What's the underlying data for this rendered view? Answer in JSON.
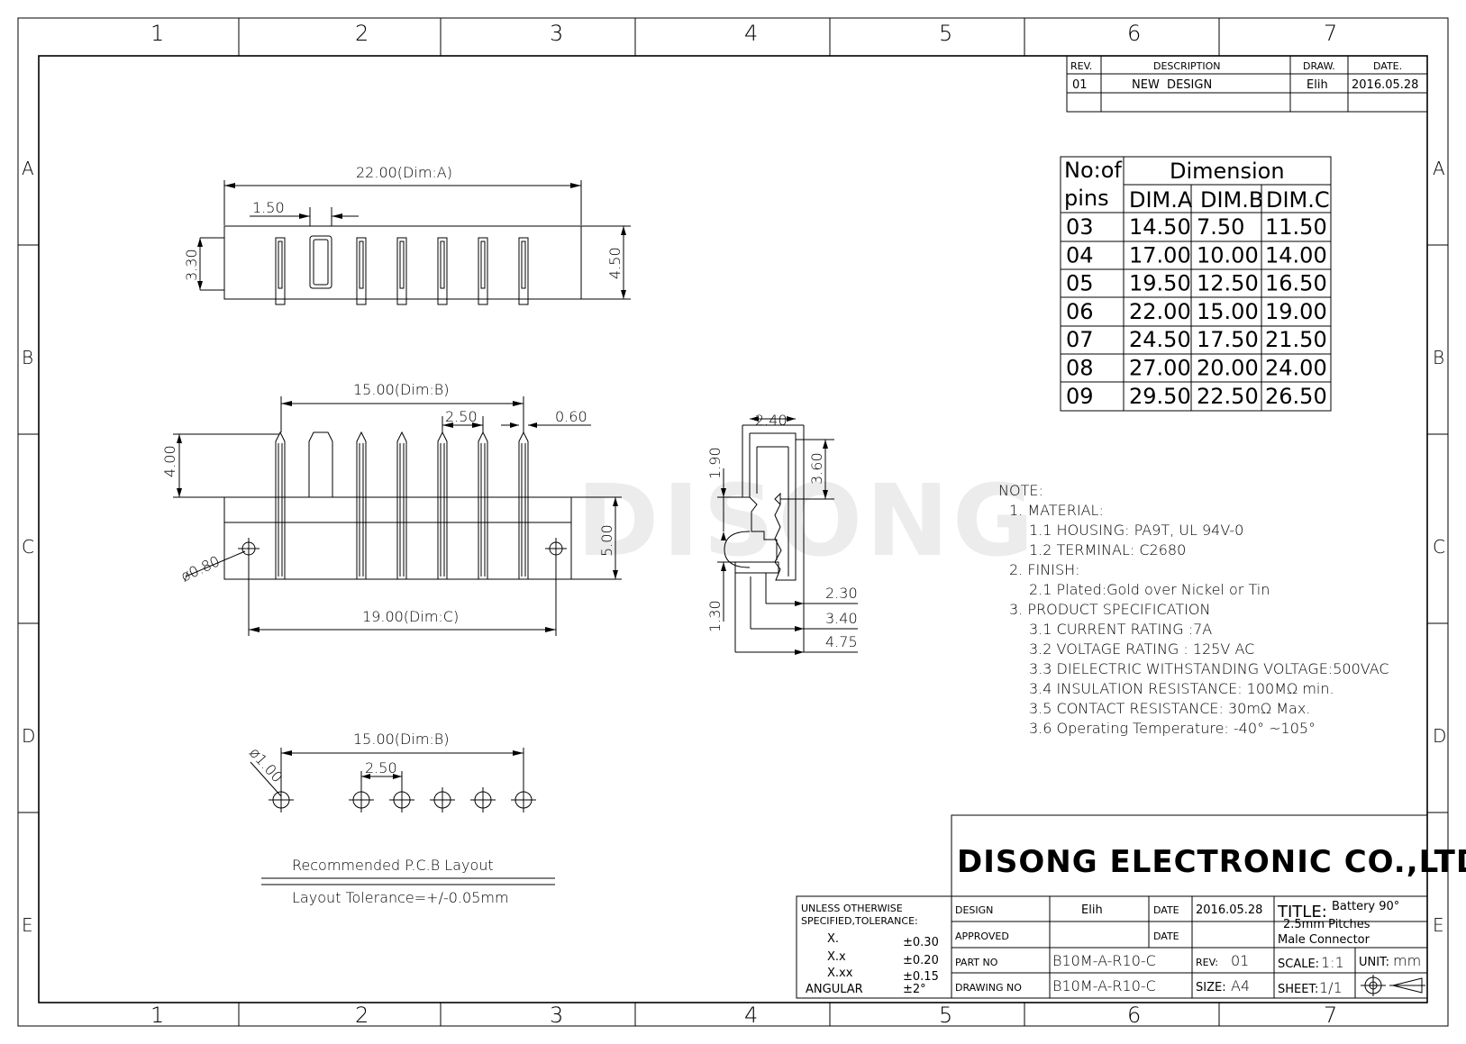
{
  "frame": {
    "zone_columns": [
      "1",
      "2",
      "3",
      "4",
      "5",
      "6",
      "7"
    ],
    "zone_rows": [
      "A",
      "B",
      "C",
      "D",
      "E"
    ]
  },
  "revision_table": {
    "headers": [
      "REV.",
      "DESCRIPTION",
      "DRAW.",
      "DATE."
    ],
    "row": [
      "01",
      "NEW  DESIGN",
      "Elih",
      "2016.05.28"
    ]
  },
  "dimension_table": {
    "header_left_line1": "No:of",
    "header_left_line2": "pins",
    "header_group": "Dimension",
    "columns": [
      "DIM.A",
      "DIM.B",
      "DIM.C"
    ],
    "rows": [
      [
        "03",
        "14.50",
        "7.50",
        "11.50"
      ],
      [
        "04",
        "17.00",
        "10.00",
        "14.00"
      ],
      [
        "05",
        "19.50",
        "12.50",
        "16.50"
      ],
      [
        "06",
        "22.00",
        "15.00",
        "19.00"
      ],
      [
        "07",
        "24.50",
        "17.50",
        "21.50"
      ],
      [
        "08",
        "27.00",
        "20.00",
        "24.00"
      ],
      [
        "09",
        "29.50",
        "22.50",
        "26.50"
      ]
    ]
  },
  "dims": {
    "top_a": "22.00(Dim:A)",
    "top_pitch": "1.50",
    "top_h1": "3.30",
    "top_h2": "4.50",
    "front_b": "15.00(Dim:B)",
    "front_pitch": "2.50",
    "front_pin": "0.60",
    "front_pin_h": "4.00",
    "front_body_h": "5.00",
    "front_hole": "ø0.80",
    "front_c": "19.00(Dim:C)",
    "side_w": "2.40",
    "side_h1": "1.90",
    "side_h2": "3.60",
    "side_h3": "1.30",
    "side_d1": "2.30",
    "side_d2": "3.40",
    "side_d3": "4.75",
    "pcb_b": "15.00(Dim:B)",
    "pcb_pitch": "2.50",
    "pcb_hole": "ø1.00"
  },
  "pcb_layout": {
    "title": "Recommended P.C.B Layout",
    "tolerance": "Layout Tolerance=+/-0.05mm"
  },
  "watermark": "DISONG",
  "notes": {
    "heading": "NOTE:",
    "lines": [
      "1. MATERIAL:",
      "1.1 HOUSING: PA9T, UL 94V-0",
      "1.2 TERMINAL: C2680",
      "2. FINISH:",
      "2.1 Plated:Gold over Nickel or Tin",
      "3. PRODUCT SPECIFICATION",
      "3.1 CURRENT RATING :7A",
      "3.2 VOLTAGE RATING : 125V AC",
      "3.3 DIELECTRIC WITHSTANDING VOLTAGE:500VAC",
      "3.4 INSULATION RESISTANCE: 100MΩ min.",
      "3.5 CONTACT RESISTANCE: 30mΩ Max.",
      "3.6 Operating Temperature: -40° ~105°"
    ]
  },
  "title_block": {
    "company": "DISONG ELECTRONIC CO.,LTD.",
    "tol_line1": "UNLESS OTHERWISE",
    "tol_line2": "SPECIFIED,TOLERANCE:",
    "tol_rows": [
      [
        "X.",
        "±0.30"
      ],
      [
        "X.x",
        "±0.20"
      ],
      [
        "X.xx",
        "±0.15"
      ],
      [
        "ANGULAR",
        "±2°"
      ]
    ],
    "design_label": "DESIGN",
    "design_value": "Elih",
    "date_label": "DATE",
    "date_value": "2016.05.28",
    "approved_label": "APPROVED",
    "date_label2": "DATE",
    "part_no_label": "PART NO",
    "part_no": "B10M-A-R10-C",
    "rev_label": "REV:",
    "rev_value": "01",
    "drawing_no_label": "DRAWING NO",
    "drawing_no": "B10M-A-R10-C",
    "size_label": "SIZE:",
    "size_value": "A4",
    "title_label": "TITLE:",
    "title_line1": "Battery 90°",
    "title_line2": "2.5mm Pitches",
    "title_line3": "Male Connector",
    "scale_label": "SCALE:",
    "scale_value": "1:1",
    "unit_label": "UNIT:",
    "unit_value": "mm",
    "sheet_label": "SHEET:",
    "sheet_value": "1/1"
  }
}
